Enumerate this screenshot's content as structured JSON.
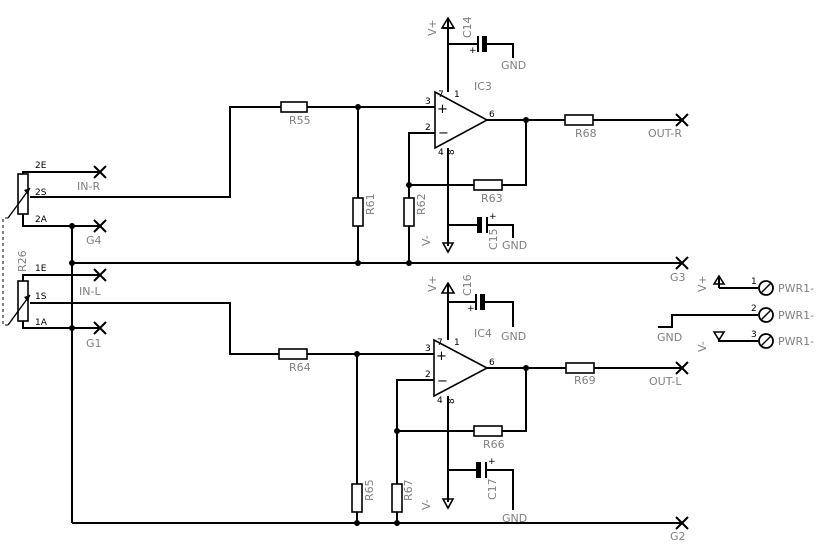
{
  "labels": {
    "vplus": "V+",
    "vminus": "V-",
    "gnd": "GND",
    "ic3": "IC3",
    "ic4": "IC4",
    "c14": "C14",
    "c15": "C15",
    "c16": "C16",
    "c17": "C17",
    "r55": "R55",
    "r61": "R61",
    "r62": "R62",
    "r63": "R63",
    "r68": "R68",
    "r64": "R64",
    "r65": "R65",
    "r66": "R66",
    "r67": "R67",
    "r69": "R69",
    "r26": "R26",
    "out_r": "OUT-R",
    "out_l": "OUT-L",
    "in_r": "IN-R",
    "in_l": "IN-L",
    "g1": "G1",
    "g2": "G2",
    "g3": "G3",
    "g4": "G4",
    "pot_2e": "2E",
    "pot_2s": "2S",
    "pot_2a": "2A",
    "pot_1e": "1E",
    "pot_1s": "1S",
    "pot_1a": "1A",
    "pwr1": "PWR1-",
    "pwr_pin1": "1",
    "pwr_pin2": "2",
    "pwr_pin3": "3"
  },
  "pins": {
    "in_plus": "3",
    "in_minus": "2",
    "out": "6",
    "vcc": "7",
    "vee": "4",
    "p1": "1",
    "p8": "8",
    "plus": "+",
    "minus": "−"
  }
}
